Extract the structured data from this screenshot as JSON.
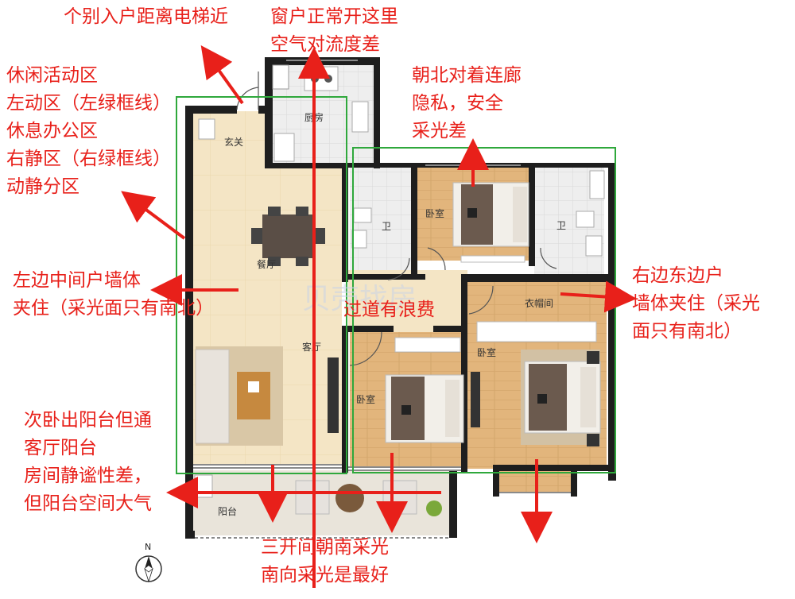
{
  "rooms": {
    "entry": "玄关",
    "kitchen": "厨房",
    "dining": "餐厅",
    "living": "客厅",
    "bath_left": "卫",
    "bath_right": "卫",
    "bedroom_north": "卧室",
    "bedroom_second": "卧室",
    "bedroom_master": "卧室",
    "closet": "衣帽间",
    "balcony": "阳台"
  },
  "compass": "N",
  "watermark": "贝壳找房",
  "annotations": {
    "elevator": [
      "个别入户距离电梯近"
    ],
    "window": [
      "窗户正常开这里",
      "空气对流度差"
    ],
    "zones": [
      "休闲活动区",
      "左动区（左绿框线）",
      "休息办公区",
      "右静区（右绿框线）",
      "动静分区"
    ],
    "north": [
      "朝北对着连廊",
      "隐私，安全",
      "采光差"
    ],
    "left_wall": [
      "左边中间户墙体",
      "夹住（采光面只有南北）"
    ],
    "corridor": [
      "过道有浪费"
    ],
    "right_wall": [
      "右边东边户",
      "墙体夹住（采光",
      "面只有南北）"
    ],
    "balcony_note": [
      "次卧出阳台但通",
      "客厅阳台",
      "房间静谧性差，",
      "但阳台空间大气"
    ],
    "south": [
      "三开间朝南采光",
      "南向采光是最好"
    ]
  },
  "colors": {
    "annotation": "#e8201a",
    "zone_frame": "#2fa83c",
    "wall": "#1e1e1e",
    "living_floor": "#f3e3c1",
    "wood_floor": "#e0b47a",
    "tile_floor": "#ececec",
    "balcony_floor": "#e9e4da"
  }
}
